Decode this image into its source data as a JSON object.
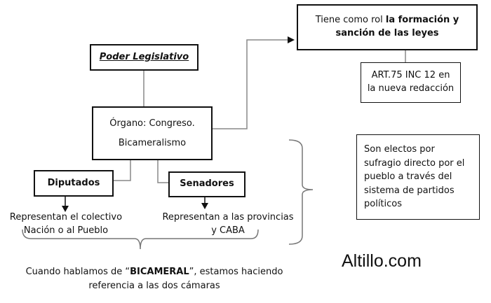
{
  "diagram": {
    "title": "Poder Legislativo",
    "organ": {
      "line1": "Órgano: Congreso.",
      "line2": "Bicameralismo"
    },
    "role": {
      "prefix": "Tiene como rol ",
      "bold1": "la formación y",
      "bold2": "sanción de las leyes"
    },
    "article": {
      "line1": "ART.75 INC 12 en",
      "line2": "la nueva redacción"
    },
    "diputados": {
      "label": "Diputados",
      "desc1": "Representan el colectivo",
      "desc2": "Nación o al Pueblo"
    },
    "senadores": {
      "label": "Senadores",
      "desc1": "Representan a las provincias",
      "desc2": "y CABA"
    },
    "election": {
      "line1": "Son electos por",
      "line2": "sufragio directo por el",
      "line3": "pueblo a través del",
      "line4": "sistema de partidos",
      "line5": "políticos"
    },
    "footnote": {
      "pre": "Cuando hablamos de “",
      "bold": "BICAMERAL",
      "post": "”, estamos haciendo",
      "line2": "referencia a las dos cámaras"
    },
    "watermark": "Altillo.com"
  }
}
